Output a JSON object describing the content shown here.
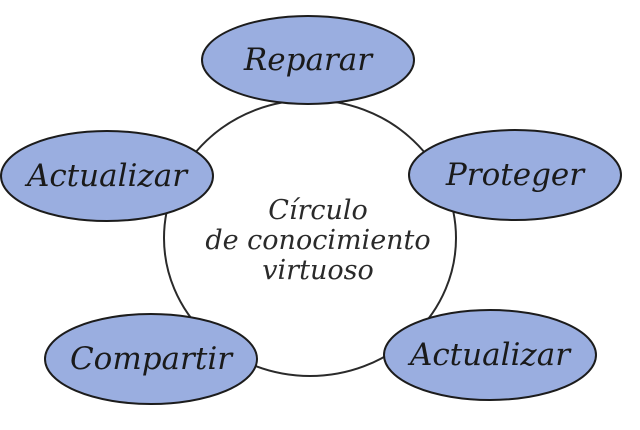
{
  "diagram": {
    "center": {
      "lines": [
        "Círculo",
        "de conocimiento",
        "virtuoso"
      ]
    },
    "nodes": [
      {
        "label": "Reparar"
      },
      {
        "label": "Proteger"
      },
      {
        "label": "Actualizar"
      },
      {
        "label": "Compartir"
      },
      {
        "label": "Actualizar"
      }
    ],
    "colors": {
      "node_fill": "#9aaee0",
      "node_stroke": "#1c1c1c",
      "circle_stroke": "#2a2a2a"
    }
  }
}
